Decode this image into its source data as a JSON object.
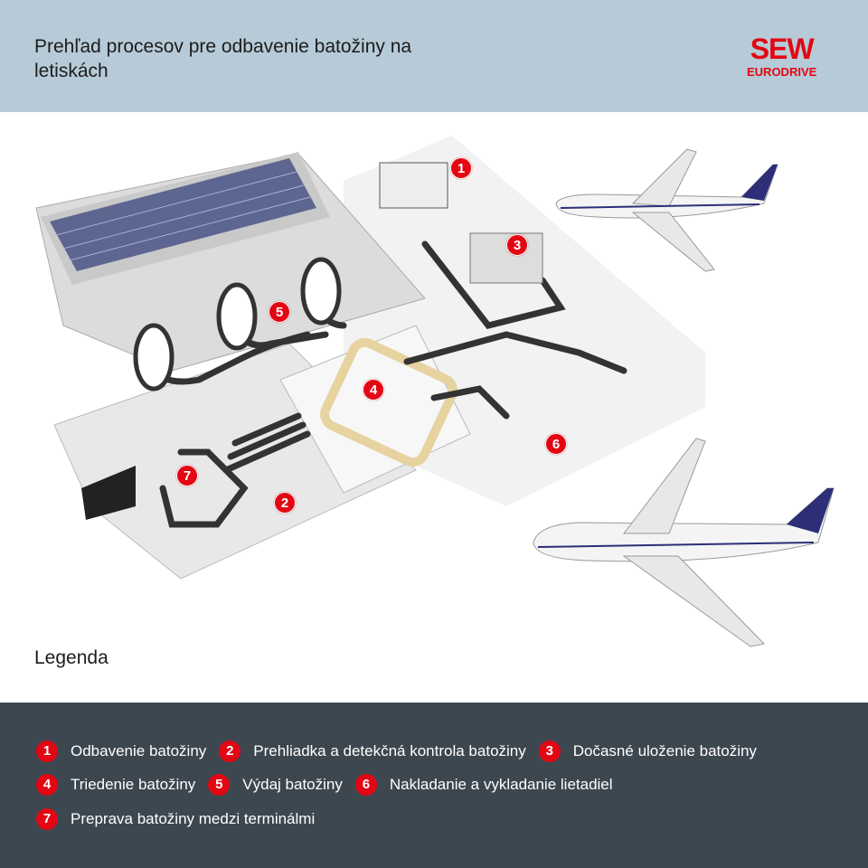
{
  "header": {
    "title": "Prehľad procesov pre odbavenie batožiny na letiskách",
    "logo_top": "SEW",
    "logo_bottom": "EURODRIVE"
  },
  "scene": {
    "markers": [
      "1",
      "2",
      "3",
      "4",
      "5",
      "6",
      "7"
    ]
  },
  "legend": {
    "title": "Legenda",
    "items": [
      {
        "num": "1",
        "label": "Odbavenie batožiny"
      },
      {
        "num": "2",
        "label": "Prehliadka a detekčná kontrola batožiny"
      },
      {
        "num": "3",
        "label": "Dočasné uloženie batožiny"
      },
      {
        "num": "4",
        "label": "Triedenie batožiny"
      },
      {
        "num": "5",
        "label": "Výdaj batožiny"
      },
      {
        "num": "6",
        "label": "Nakladanie a vykladanie lietadiel"
      },
      {
        "num": "7",
        "label": "Preprava batožiny medzi terminálmi"
      }
    ]
  },
  "colors": {
    "header": "#b6cad7",
    "footer": "#3c4750",
    "accent": "#e30613"
  }
}
